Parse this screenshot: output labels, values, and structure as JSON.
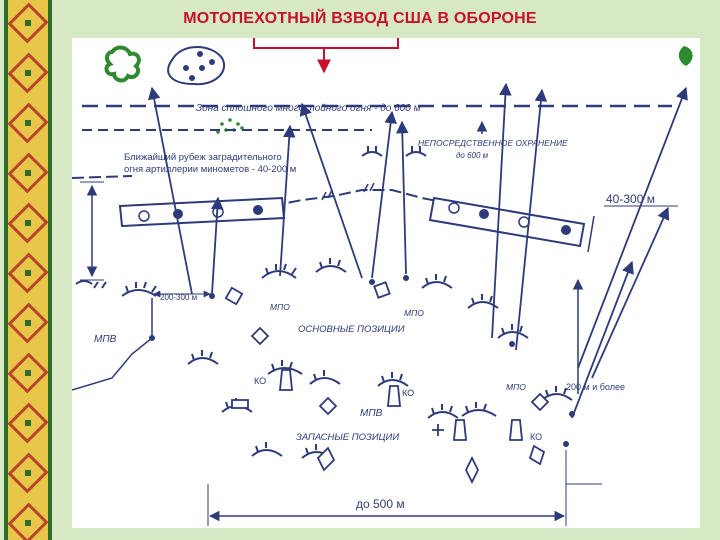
{
  "slide": {
    "title": "МОТОПЕХОТНЫЙ ВЗВОД США В ОБОРОНЕ"
  },
  "diagram": {
    "fire_zone_label": "Зона сплошного многослойного огня - до 600 м",
    "barrier_line_label_1": "Ближайший рубеж заградительного",
    "barrier_line_label_2": "огня артиллерии минометов - 40-200 м",
    "security_label_1": "НЕПОСРЕДСТВЕННОЕ ОХРАНЕНИЕ",
    "security_label_2": "до 600 м",
    "range_right": "40-300 м",
    "range_left": "200-300 м",
    "range_200_more": "200 м и более",
    "range_bottom": "до 500 м",
    "main_positions": "ОСНОВНЫЕ ПОЗИЦИИ",
    "reserve_positions": "ЗАПАСНЫЕ ПОЗИЦИИ",
    "mpv_left": "МПВ",
    "mpv_center": "МПВ",
    "mpo_1": "МПО",
    "mpo_2": "МПО",
    "mpo_3": "МПО",
    "ko_1": "КО",
    "ko_2": "КО",
    "ko_3": "КО"
  },
  "colors": {
    "line": "#2e3b7a",
    "accent": "#c8102e",
    "leaf": "#2f8a2f"
  }
}
